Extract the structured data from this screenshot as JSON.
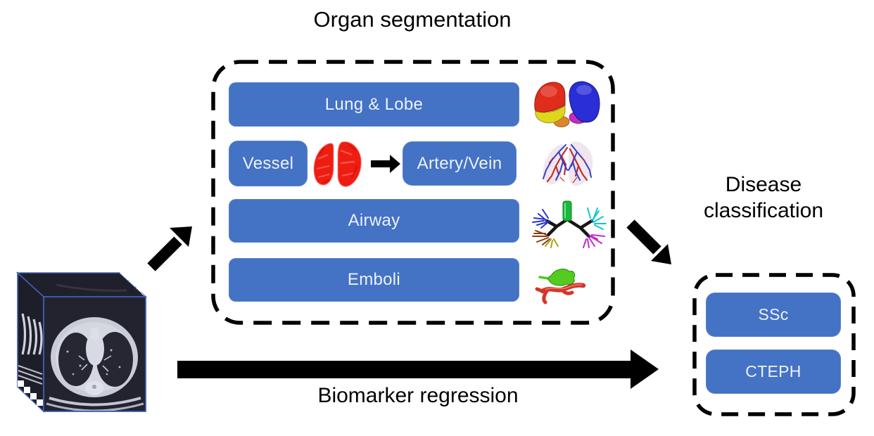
{
  "titles": {
    "organ_segmentation": "Organ segmentation",
    "disease_classification": [
      "Disease",
      "classification"
    ],
    "biomarker_regression": "Biomarker regression"
  },
  "organ_panel": {
    "lung_lobe_label": "Lung & Lobe",
    "vessel_label": "Vessel",
    "artery_vein_label": "Artery/Vein",
    "airway_label": "Airway",
    "emboli_label": "Emboli"
  },
  "disease_panel": {
    "ssc_label": "SSc",
    "cteph_label": "CTEPH"
  },
  "icons": {
    "ct_volume": "ct-volume-cube-icon",
    "lung_lobes": "lung-lobes-3d-icon",
    "vessel": "vessel-tree-red-icon",
    "artery_vein": "artery-vein-tree-icon",
    "airway": "airway-tree-icon",
    "emboli": "emboli-3d-icon",
    "arrows": [
      "input-to-segmentation-arrow-icon",
      "vessel-to-arteryvein-arrow-icon",
      "segmentation-to-classification-arrow-icon",
      "biomarker-regression-arrow-icon"
    ]
  },
  "colors": {
    "node_blue": "#4472C4",
    "node_text": "#EDF1F9",
    "outline_black": "#000000",
    "background": "#FFFFFF",
    "cube_edge_blue": "#3F5FAE"
  }
}
